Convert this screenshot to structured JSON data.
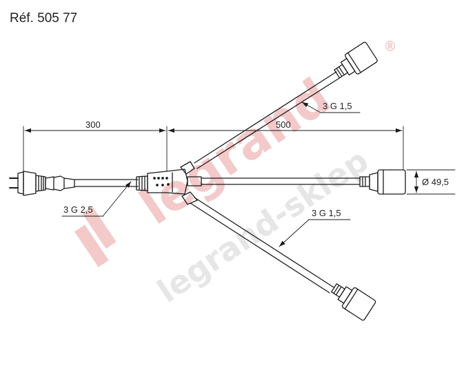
{
  "reference": "Réf. 505 77",
  "dimensions": {
    "left_length": "300",
    "right_length": "500",
    "diameter": "Ø 49,5"
  },
  "cables": {
    "main": "3 G 2,5",
    "upper_branch": "3 G 1,5",
    "lower_branch": "3 G 1,5"
  },
  "watermark": {
    "brand": "legrand",
    "url": "legrand-sklep",
    "registered": "®"
  },
  "colors": {
    "line": "#1a1a1a",
    "watermark_red": "#f3c9c9",
    "watermark_grey": "#e6e6e6"
  }
}
